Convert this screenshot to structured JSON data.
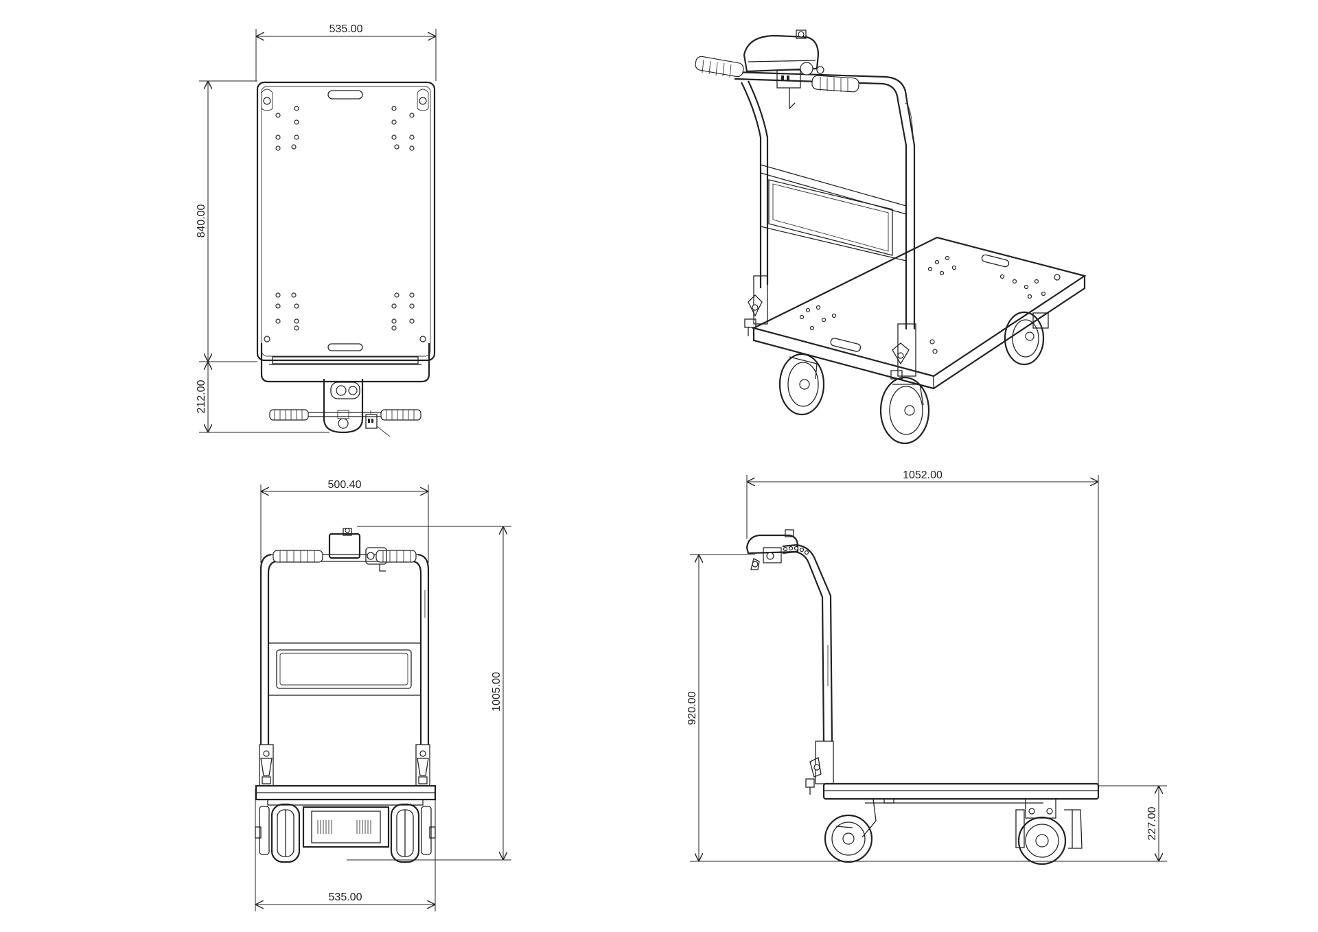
{
  "dimensions": {
    "top_view_width": "535.00",
    "top_view_platform_length": "840.00",
    "top_view_handle_length": "212.00",
    "front_view_handle_width": "500.40",
    "front_view_height": "1005.00",
    "front_view_base_width": "535.00",
    "side_view_length": "1052.00",
    "side_view_handle_height": "920.00",
    "side_view_platform_height": "227.00"
  }
}
